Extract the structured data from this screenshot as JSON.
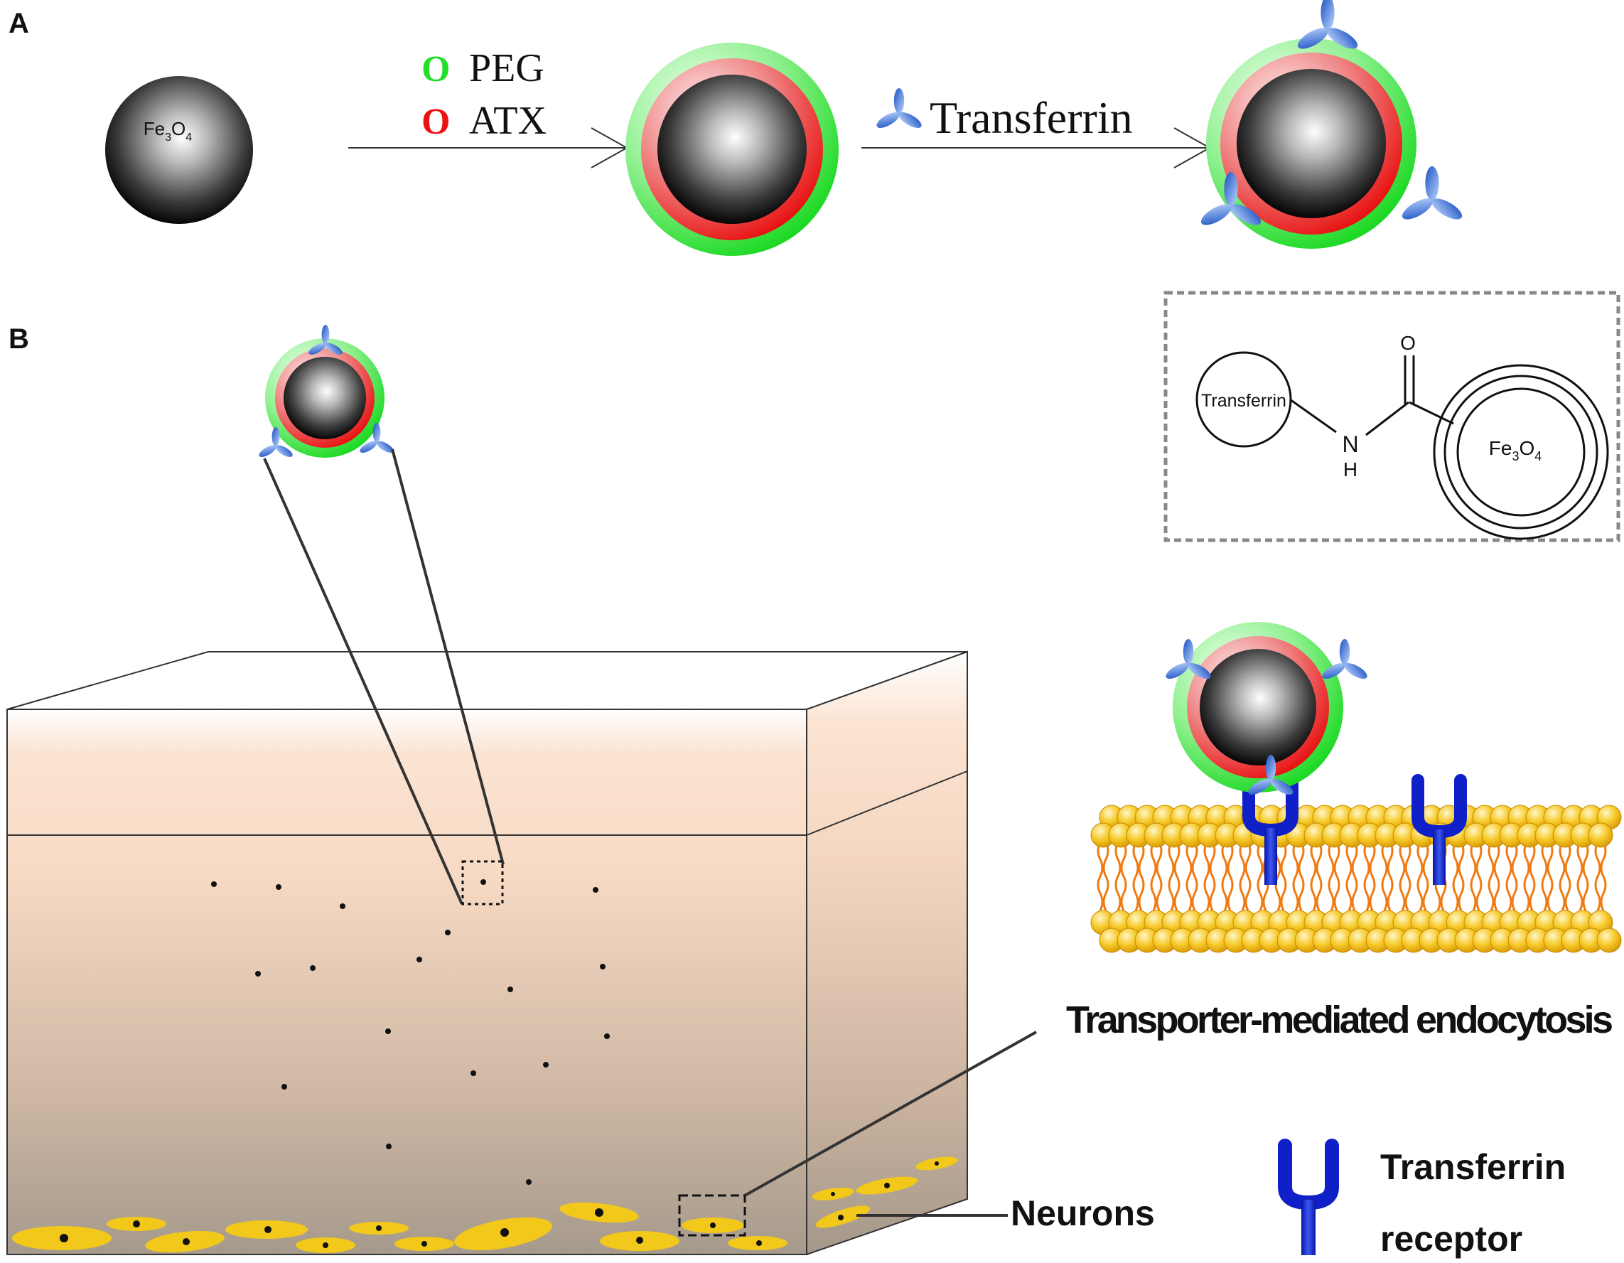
{
  "panels": {
    "a": {
      "label": "A"
    },
    "b": {
      "label": "B"
    }
  },
  "steps": {
    "core_label": "Fe",
    "core_sub3": "3",
    "core_o": "O",
    "core_sub4": "4",
    "coating_marker": "O",
    "peg_label": "PEG",
    "atx_label": "ATX",
    "transferrin_label": "Transferrin"
  },
  "structure": {
    "transferrin_label": "Transferrin",
    "n_label": "N",
    "h_label": "H",
    "o_label": "O",
    "core_label": "Fe",
    "core_sub3": "3",
    "core_o": "O",
    "core_sub4": "4"
  },
  "labels": {
    "endocytosis": "Transporter-mediated endocytosis",
    "neurons": "Neurons",
    "receptor_line1": "Transferrin",
    "receptor_line2": "receptor"
  },
  "colors": {
    "peg": "#22e02a",
    "atx": "#ee1111",
    "transferrin": "#2f6fd6",
    "receptor": "#1020c8",
    "neuron": "#f2c81a",
    "lipid_head": "#f5c52a",
    "lipid_tail": "#f07a10"
  }
}
